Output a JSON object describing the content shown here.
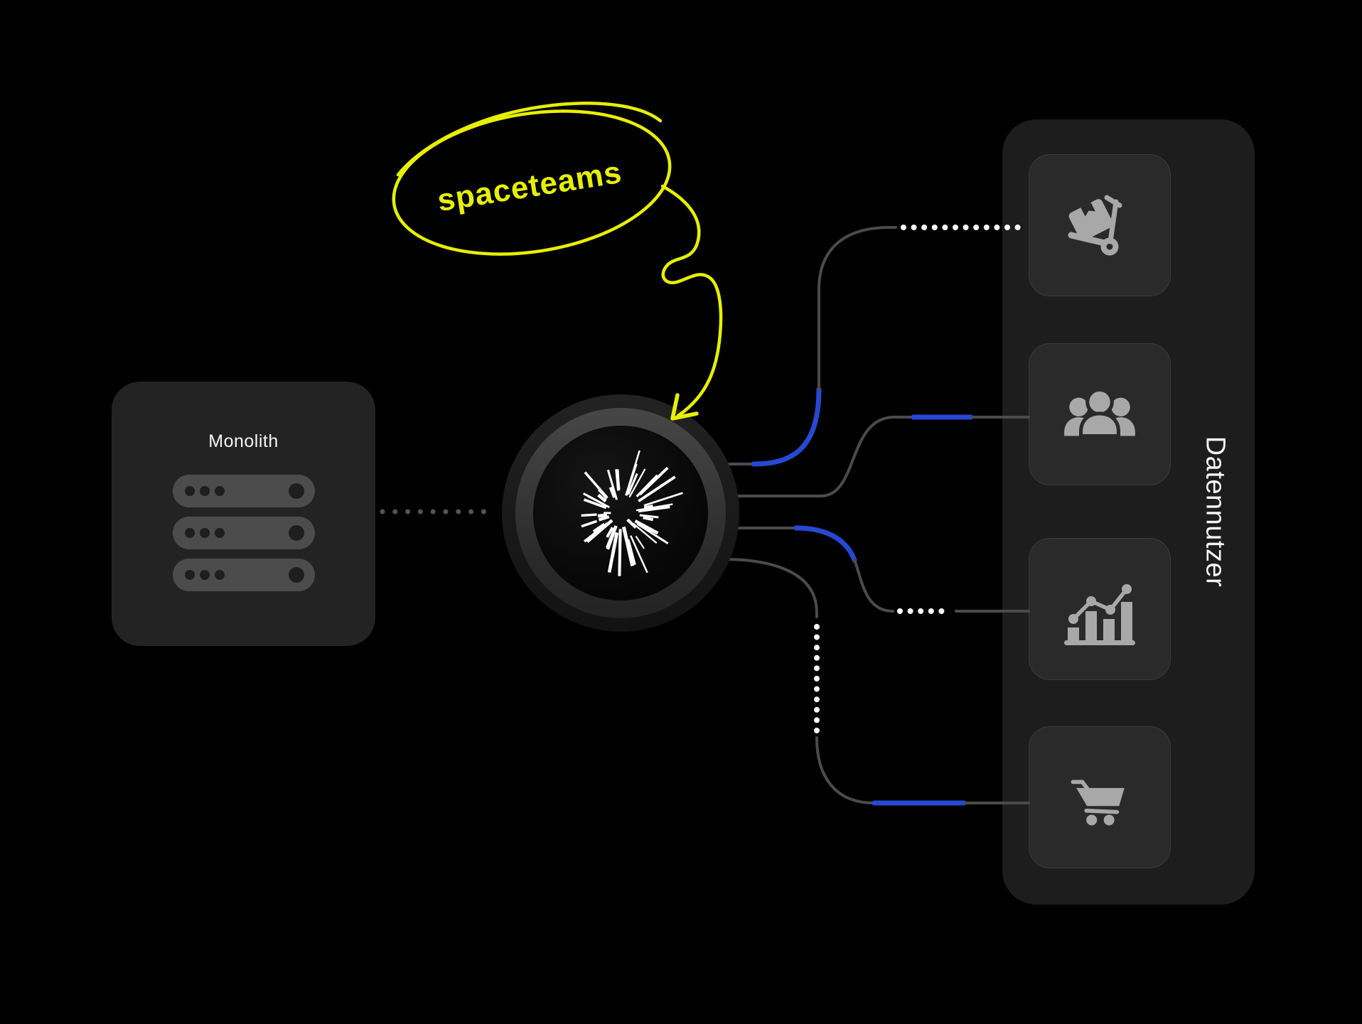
{
  "colors": {
    "bg": "#000000",
    "box_bg": "#232323",
    "panel_bg": "#1d1d1d",
    "card_bg": "#2a2a2a",
    "card_border": "#3b3b3b",
    "server_bar_gray": "#4c4c4c",
    "icon_gray": "#a8a8a8",
    "line_gray": "#4b4b4b",
    "dot_white": "#ffffff",
    "dot_gray": "#545454",
    "accent_blue": "#2748d2",
    "accent_yellow": "#e6f000",
    "text_white": "#f5f5f5"
  },
  "monolith": {
    "title": "Monolith",
    "icon": "server-stack-icon"
  },
  "hub": {
    "icon": "starburst-icon"
  },
  "annotation": {
    "label": "spaceteams",
    "shape": "hand-drawn-ellipse",
    "arrow": "curved-arrow-with-loop-pointing-at-hub"
  },
  "panel": {
    "title": "Datennutzer",
    "cards": [
      {
        "icon": "hand-truck-icon"
      },
      {
        "icon": "people-group-icon"
      },
      {
        "icon": "bar-chart-icon"
      },
      {
        "icon": "shopping-cart-icon"
      }
    ]
  },
  "connections": [
    {
      "from": "monolith",
      "to": "hub",
      "style": "dotted-gray"
    },
    {
      "from": "hub",
      "to": "card-hand-truck",
      "style": "gray-solid, blue-segment, white-dotted-end"
    },
    {
      "from": "hub",
      "to": "card-people-group",
      "style": "gray-solid, blue-segment"
    },
    {
      "from": "hub",
      "to": "card-bar-chart",
      "style": "gray-solid, blue-segment, white-dotted-middle"
    },
    {
      "from": "hub",
      "to": "card-shopping-cart",
      "style": "gray-solid, white-dotted-middle, blue-segment"
    }
  ]
}
